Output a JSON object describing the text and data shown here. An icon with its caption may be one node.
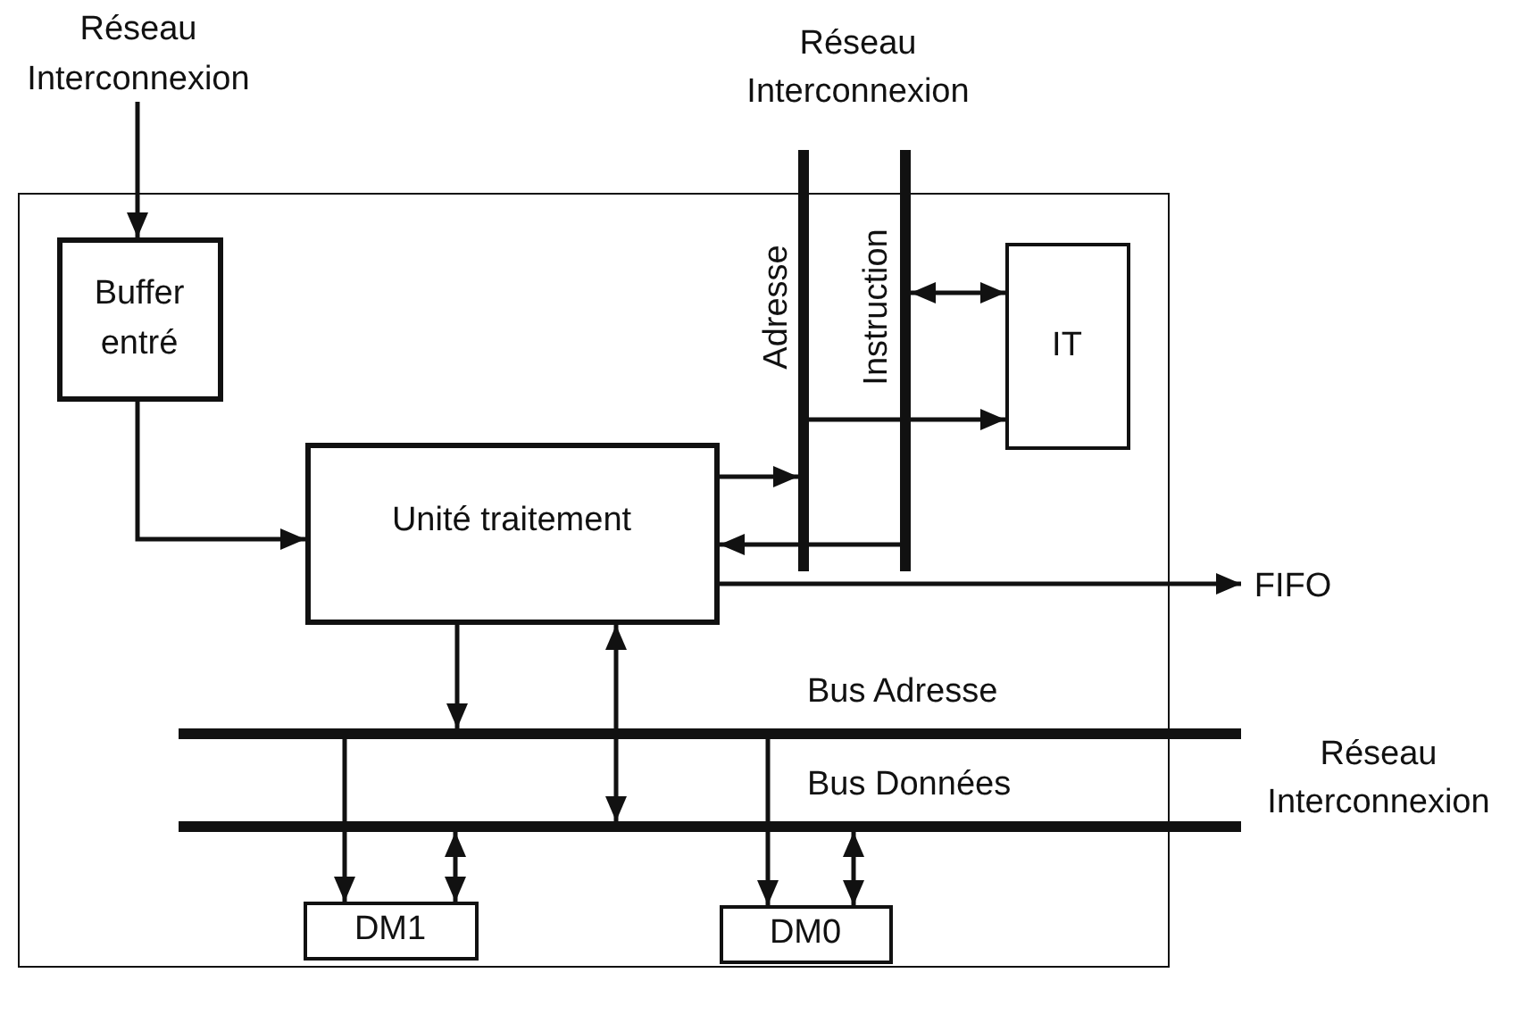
{
  "diagram": {
    "nodes": [
      {
        "text": [],
        "shape": "box"
      },
      {
        "text": [
          "Réseau Interconnexion"
        ]
      },
      {
        "text": [
          "Buffer entré"
        ],
        "in": 0
      },
      {
        "text": [],
        "shape": "bar",
        "beside": [
          "Adresse"
        ]
      },
      {
        "text": [],
        "shape": "bar",
        "beside": [
          "Instruction"
        ]
      },
      {
        "text": [
          "IT"
        ],
        "in": 0
      },
      {
        "text": [
          "Unité traitement"
        ],
        "in": 0
      },
      {
        "text": [
          "FIFO"
        ]
      },
      {
        "text": [],
        "shape": "bar",
        "beside": [
          "Bus Adresse"
        ]
      },
      {
        "text": [],
        "shape": "bar",
        "beside": [
          "Bus Données"
        ]
      },
      {
        "text": [
          "DM1"
        ],
        "in": 0
      },
      {
        "text": [
          "DM0"
        ],
        "in": 0
      }
    ],
    "edges": [
      {
        "from": 1,
        "to": 2,
        "arrow": "to"
      },
      {
        "from": 2,
        "to": 6,
        "arrow": "to"
      },
      {
        "from": 6,
        "to": 3,
        "arrow": "to"
      },
      {
        "from": 4,
        "to": 6,
        "arrow": "to"
      },
      {
        "from": 4,
        "to": 5,
        "arrow": "both"
      },
      {
        "from": 3,
        "to": 5,
        "arrow": "to"
      },
      {
        "from": 6,
        "to": 7,
        "arrow": "to"
      },
      {
        "from": 6,
        "to": 8,
        "arrow": "to"
      },
      {
        "from": 6,
        "to": 9,
        "arrow": "both"
      },
      {
        "from": 8,
        "to": 10,
        "arrow": "to"
      },
      {
        "from": 9,
        "to": 10,
        "arrow": "both"
      },
      {
        "from": 8,
        "to": 11,
        "arrow": "to"
      },
      {
        "from": 9,
        "to": 11,
        "arrow": "both"
      }
    ],
    "labels": [
      "Réseau Interconnexion",
      "Réseau Interconnexion"
    ]
  }
}
